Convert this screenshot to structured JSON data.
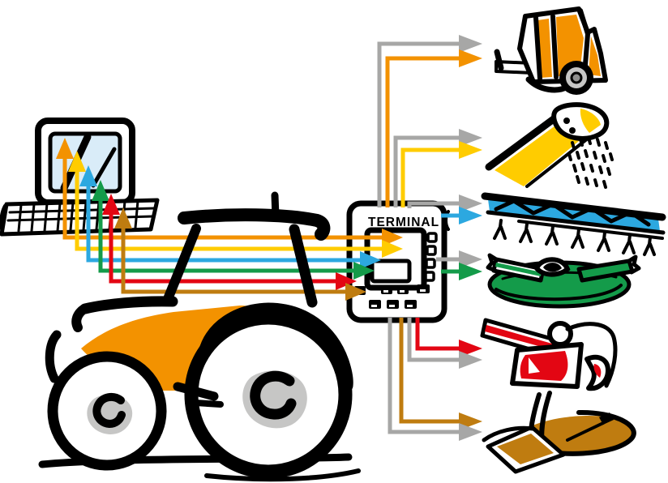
{
  "terminal": {
    "label": "TERMINAL"
  },
  "colors": {
    "orange": "#F39200",
    "yellow": "#FFCC00",
    "blue": "#2CA8E0",
    "green": "#149B4A",
    "red": "#E30613",
    "brown": "#BF7C10",
    "gray": "#A7A7A6",
    "black": "#000000",
    "white": "#FFFFFF",
    "screen_blue": "#D9ECF8",
    "hub_gray": "#C6C6C5"
  },
  "nodes": [
    {
      "id": "computer",
      "icon": "desktop-computer-icon"
    },
    {
      "id": "tractor",
      "icon": "tractor-icon"
    },
    {
      "id": "terminal",
      "icon": "terminal-icon",
      "label": "TERMINAL"
    },
    {
      "id": "trailer",
      "icon": "trailer-icon",
      "accent": "orange"
    },
    {
      "id": "spreader",
      "icon": "fertilizer-spreader-icon",
      "accent": "yellow"
    },
    {
      "id": "sprayer",
      "icon": "sprayer-boom-icon",
      "accent": "blue"
    },
    {
      "id": "mower",
      "icon": "rotary-mower-icon",
      "accent": "green"
    },
    {
      "id": "baler",
      "icon": "baler-icon",
      "accent": "red"
    },
    {
      "id": "plough",
      "icon": "plough-icon",
      "accent": "brown"
    }
  ],
  "connections": [
    {
      "from": "computer",
      "to": "terminal",
      "color": "orange",
      "arrows": "both"
    },
    {
      "from": "computer",
      "to": "terminal",
      "color": "yellow",
      "arrows": "both"
    },
    {
      "from": "computer",
      "to": "terminal",
      "color": "blue",
      "arrows": "both"
    },
    {
      "from": "computer",
      "to": "terminal",
      "color": "green",
      "arrows": "both"
    },
    {
      "from": "computer",
      "to": "terminal",
      "color": "red",
      "arrows": "both"
    },
    {
      "from": "computer",
      "to": "terminal",
      "color": "brown",
      "arrows": "both"
    },
    {
      "from": "terminal",
      "to": "trailer",
      "colors": [
        "gray",
        "orange"
      ]
    },
    {
      "from": "terminal",
      "to": "spreader",
      "colors": [
        "gray",
        "yellow"
      ]
    },
    {
      "from": "terminal",
      "to": "sprayer",
      "colors": [
        "gray",
        "blue"
      ]
    },
    {
      "from": "terminal",
      "to": "mower",
      "colors": [
        "gray",
        "green"
      ]
    },
    {
      "from": "terminal",
      "to": "baler",
      "colors": [
        "red",
        "gray"
      ]
    },
    {
      "from": "terminal",
      "to": "plough",
      "colors": [
        "brown",
        "gray"
      ]
    }
  ]
}
